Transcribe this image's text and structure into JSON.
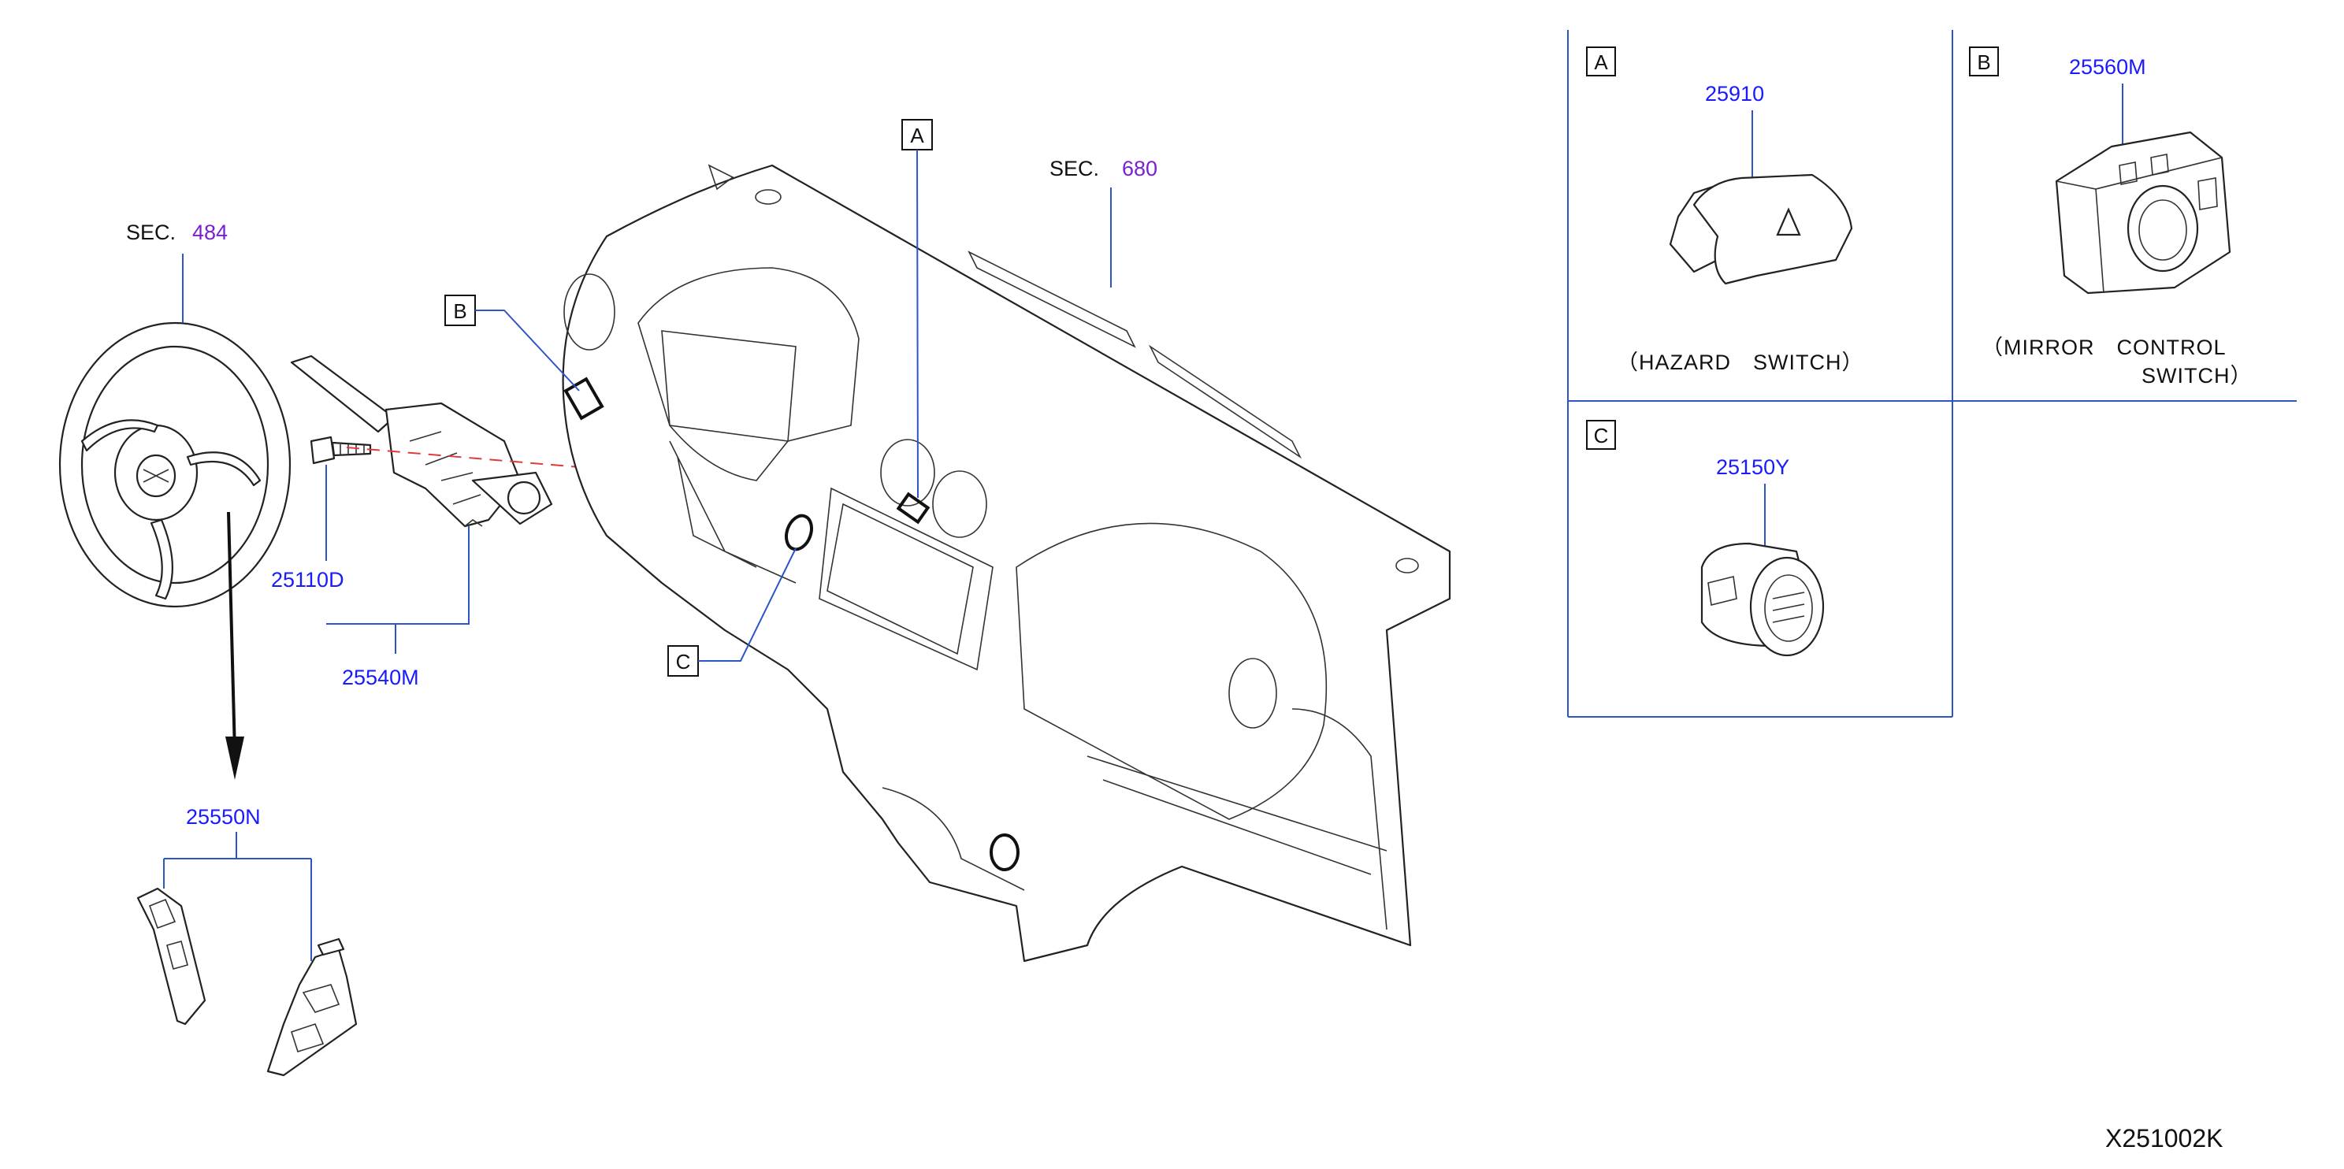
{
  "sections": {
    "steering": {
      "prefix": "SEC.",
      "number": "484"
    },
    "dashboard": {
      "prefix": "SEC.",
      "number": "680"
    }
  },
  "parts": {
    "bolt": "25110D",
    "combination_switch": "25540M",
    "steering_switch": "25550N",
    "hazard_switch": "25910",
    "mirror_switch": "25560M",
    "push_switch": "25150Y"
  },
  "callouts": {
    "a": "A",
    "b": "B",
    "c": "C"
  },
  "panels": {
    "a": {
      "letter": "A",
      "caption": "（HAZARD　SWITCH）"
    },
    "b": {
      "letter": "B",
      "caption_line1": "（MIRROR　CONTROL",
      "caption_line2": "SWITCH）"
    },
    "c": {
      "letter": "C"
    }
  },
  "diagram_code": "X251002K",
  "colors": {
    "part_number": "#1a1aff",
    "section_number": "#7a1fd1",
    "leader": "#2d55c8",
    "dashed_leader": "#e03a3a"
  }
}
